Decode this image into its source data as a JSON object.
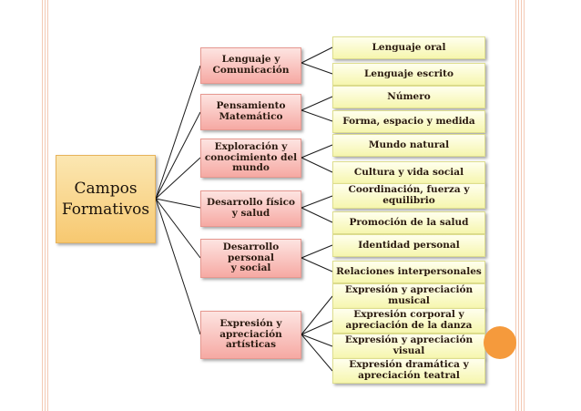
{
  "root": {
    "line1": "Campos",
    "line2": "Formativos"
  },
  "groups": [
    {
      "label": [
        "Lenguaje y",
        "Comunicación"
      ],
      "leaves": [
        [
          "Lenguaje oral"
        ],
        [
          "Lenguaje escrito"
        ]
      ]
    },
    {
      "label": [
        "Pensamiento",
        "Matemático"
      ],
      "leaves": [
        [
          "Número"
        ],
        [
          "Forma, espacio y medida"
        ]
      ]
    },
    {
      "label": [
        "Exploración y",
        "conocimiento del",
        "mundo"
      ],
      "leaves": [
        [
          "Mundo natural"
        ],
        [
          "Cultura y vida social"
        ]
      ]
    },
    {
      "label": [
        "Desarrollo físico",
        "y salud"
      ],
      "leaves": [
        [
          "Coordinación, fuerza y",
          "equilibrio"
        ],
        [
          "Promoción de la salud"
        ]
      ]
    },
    {
      "label": [
        "Desarrollo",
        "personal",
        "y social"
      ],
      "leaves": [
        [
          "Identidad personal"
        ],
        [
          "Relaciones interpersonales"
        ]
      ]
    },
    {
      "label": [
        "Expresión y",
        "apreciación",
        "artísticas"
      ],
      "leaves": [
        [
          "Expresión y apreciación",
          "musical"
        ],
        [
          "Expresión corporal y",
          "apreciación de la danza"
        ],
        [
          "Expresión y apreciación",
          "visual"
        ],
        [
          "Expresión dramática y",
          "apreciación teatral"
        ]
      ]
    }
  ],
  "colors": {
    "root": "#f7c870",
    "category": "#f6a9a3",
    "leaf": "#f6f6ae",
    "accent_circle": "#f59a3c",
    "connector": "#1a1a1a"
  }
}
